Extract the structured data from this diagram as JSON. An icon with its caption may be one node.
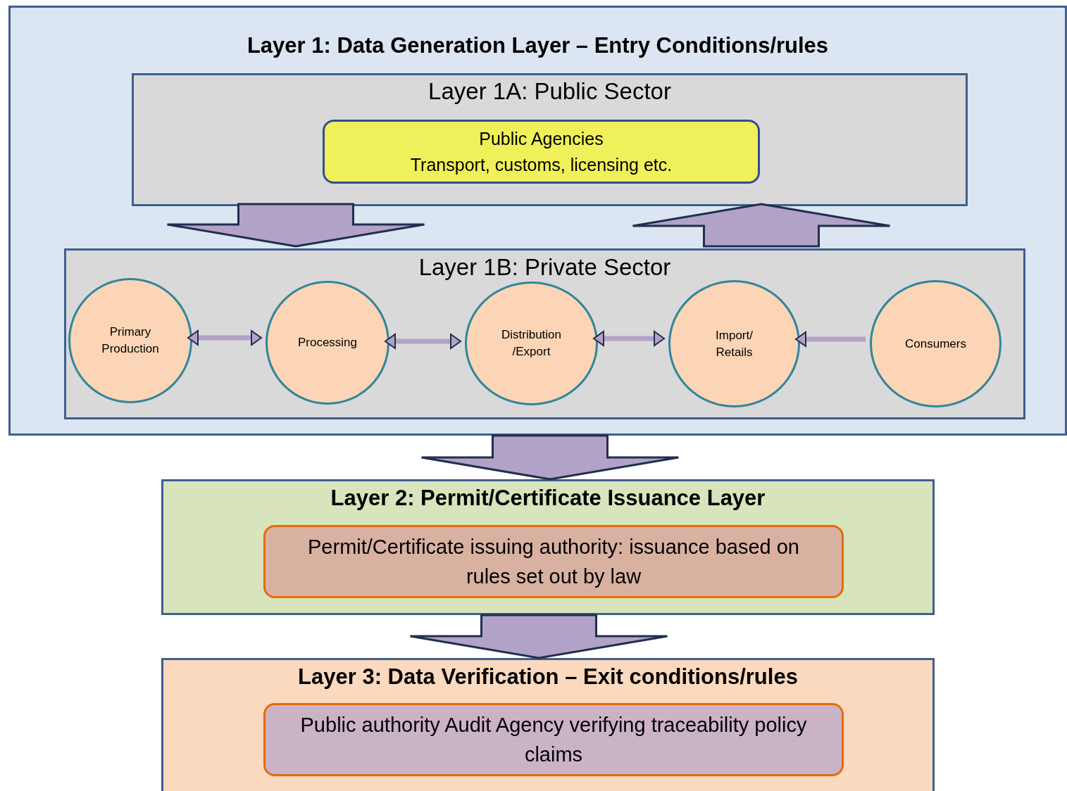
{
  "diagram": {
    "nodes": [
      {
        "text": [
          "Layer 1: Data Generation Layer – Entry Conditions/rules"
        ]
      },
      {
        "text": [
          "Layer 1A: Public Sector"
        ],
        "in": 0
      },
      {
        "text": [
          "Public Agencies",
          "Transport, customs, licensing etc."
        ],
        "in": 1
      },
      {
        "text": [
          "Layer 1B: Private Sector"
        ],
        "in": 0
      },
      {
        "text": [
          "Primary Production"
        ],
        "in": 3
      },
      {
        "text": [
          "Processing"
        ],
        "in": 3
      },
      {
        "text": [
          "Distribution /Export"
        ],
        "in": 3
      },
      {
        "text": [
          "Import/ Retails"
        ],
        "in": 3
      },
      {
        "text": [
          "Consumers"
        ],
        "in": 3
      },
      {
        "text": [
          "Layer 2: Permit/Certificate Issuance Layer"
        ]
      },
      {
        "text": [
          "Permit/Certificate issuing authority: issuance based on rules set out by law"
        ],
        "in": 9
      },
      {
        "text": [
          "Layer 3: Data Verification – Exit conditions/rules"
        ]
      },
      {
        "text": [
          "Public authority Audit Agency verifying traceability policy claims"
        ],
        "in": 11
      }
    ],
    "edges": [
      {
        "from": 1,
        "to": 3,
        "arrow": "to",
        "style": "thick"
      },
      {
        "from": 3,
        "to": 1,
        "arrow": "to",
        "style": "thick"
      },
      {
        "from": 4,
        "to": 5,
        "arrow": "both"
      },
      {
        "from": 5,
        "to": 6,
        "arrow": "both"
      },
      {
        "from": 6,
        "to": 7,
        "arrow": "both"
      },
      {
        "from": 8,
        "to": 7,
        "arrow": "to"
      },
      {
        "from": 0,
        "to": 9,
        "arrow": "to",
        "style": "thick"
      },
      {
        "from": 9,
        "to": 11,
        "arrow": "to",
        "style": "thick"
      }
    ]
  }
}
